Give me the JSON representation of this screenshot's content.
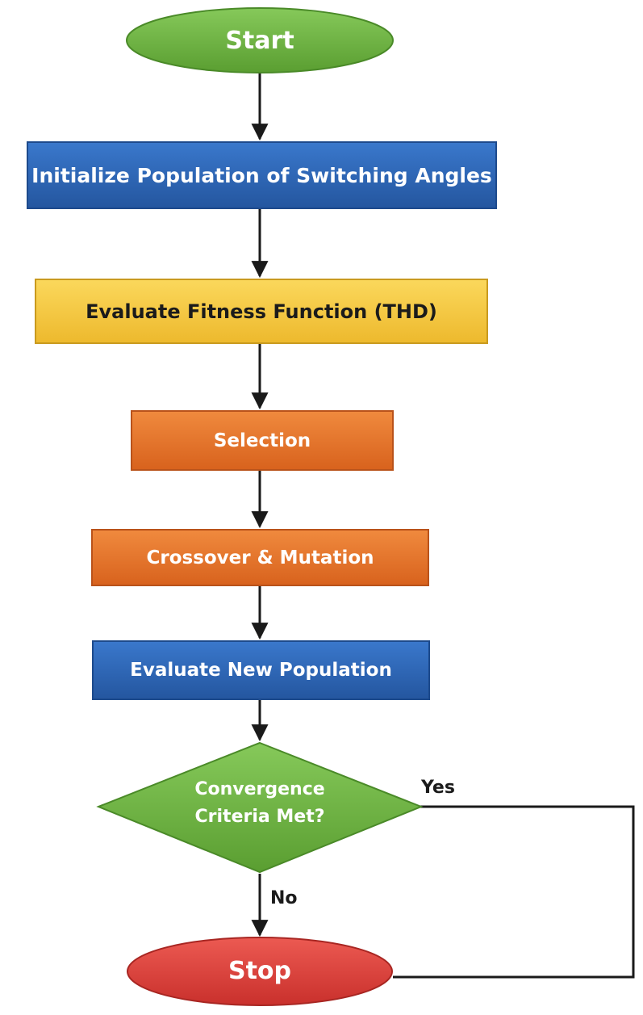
{
  "flowchart": {
    "start": "Start",
    "init": "Initialize Population of Switching Angles",
    "evaluate_fitness": "Evaluate Fitness Function (THD)",
    "selection": "Selection",
    "crossover": "Crossover & Mutation",
    "evaluate_new": "Evaluate New Population",
    "decision_line1": "Convergence",
    "decision_line2": "Criteria Met?",
    "yes": "Yes",
    "no": "No",
    "stop": "Stop"
  },
  "colors": {
    "green": "#6db33f",
    "blue": "#2b64b8",
    "yellow": "#f5c842",
    "orange": "#e8732a",
    "red": "#e0403c",
    "line": "#1a1a1a"
  }
}
